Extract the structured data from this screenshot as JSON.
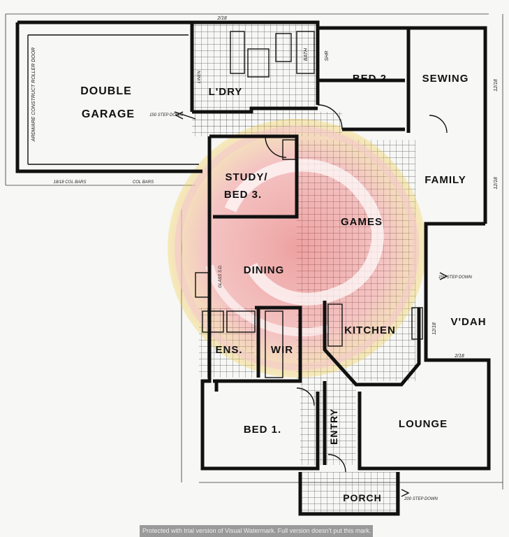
{
  "rooms": {
    "double_line1": "DOUBLE",
    "double_line2": "GARAGE",
    "laundry": "L'DRY",
    "bed2": "BED 2.",
    "sewing": "SEWING",
    "study_line1": "STUDY/",
    "study_line2": "BED 3.",
    "family": "FAMILY",
    "games": "GAMES",
    "dining": "DINING",
    "vdah": "V'DAH",
    "kitchen": "KITCHEN",
    "ens": "ENS.",
    "wir": "WIR",
    "bed1": "BED 1.",
    "entry": "ENTRY",
    "lounge": "LOUNGE",
    "porch": "PORCH"
  },
  "fixtures": {
    "bath": "BATH",
    "shr": "SHR"
  },
  "notes": {
    "garage_side": "ARDWARE CONSTRUCT ROLLER DOOR",
    "step_down_garage": "150 STEP DOWN",
    "step_down_vdah": "150 STEP DOWN",
    "step_down_porch": "200 STEP DOWN",
    "glass_door": "GLASS S.D.",
    "linen": "LINEN",
    "dim_top": "2/18",
    "dim_family_right": "12/18",
    "col_bars_1": "18/18 COL BARS",
    "col_bars_2": "COL BARS",
    "dim_right_1": "12/18",
    "dim_right_2": "12/18",
    "dim_vdah": "2/18"
  },
  "colors": {
    "line": "#111111",
    "tile_grid": "#555555",
    "logo_red": "#e03a3a",
    "logo_yellow": "#f2d24a"
  },
  "footer": {
    "text": "Protected with trial version of Visual Watermark. Full version doesn't put this mark."
  }
}
